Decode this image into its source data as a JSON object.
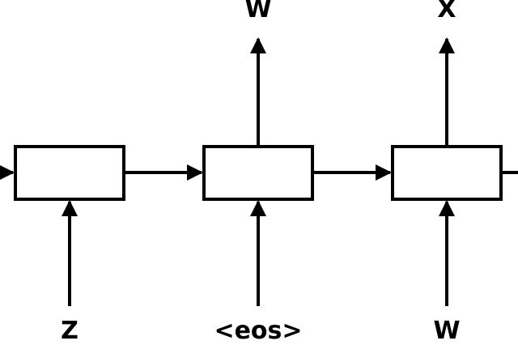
{
  "diagram": {
    "inputs": [
      "Z",
      "<eos>",
      "W"
    ],
    "outputs": [
      "",
      "W",
      "X"
    ],
    "colors": {
      "stroke": "#000000",
      "background": "#ffffff"
    }
  }
}
